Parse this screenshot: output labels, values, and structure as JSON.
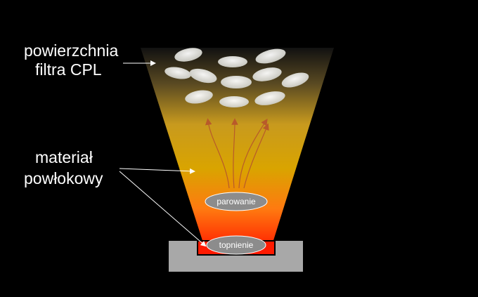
{
  "labels": {
    "filter_surface_line1": "powierzchnia",
    "filter_surface_line2": "filtra CPL",
    "coating_material_line1": "materiał",
    "coating_material_line2": "powłokowy"
  },
  "stages": {
    "evaporation": "parowanie",
    "melting": "topnienie"
  },
  "colors": {
    "background": "#000000",
    "cone_top": "#1a1a1a",
    "cone_mid": "#d9a400",
    "cone_bottom": "#ff2a00",
    "crucible": "#a8a8a8",
    "molten": "#ff1a00",
    "bubble": "#8c8c8c",
    "arrows": "#b85a2a"
  }
}
